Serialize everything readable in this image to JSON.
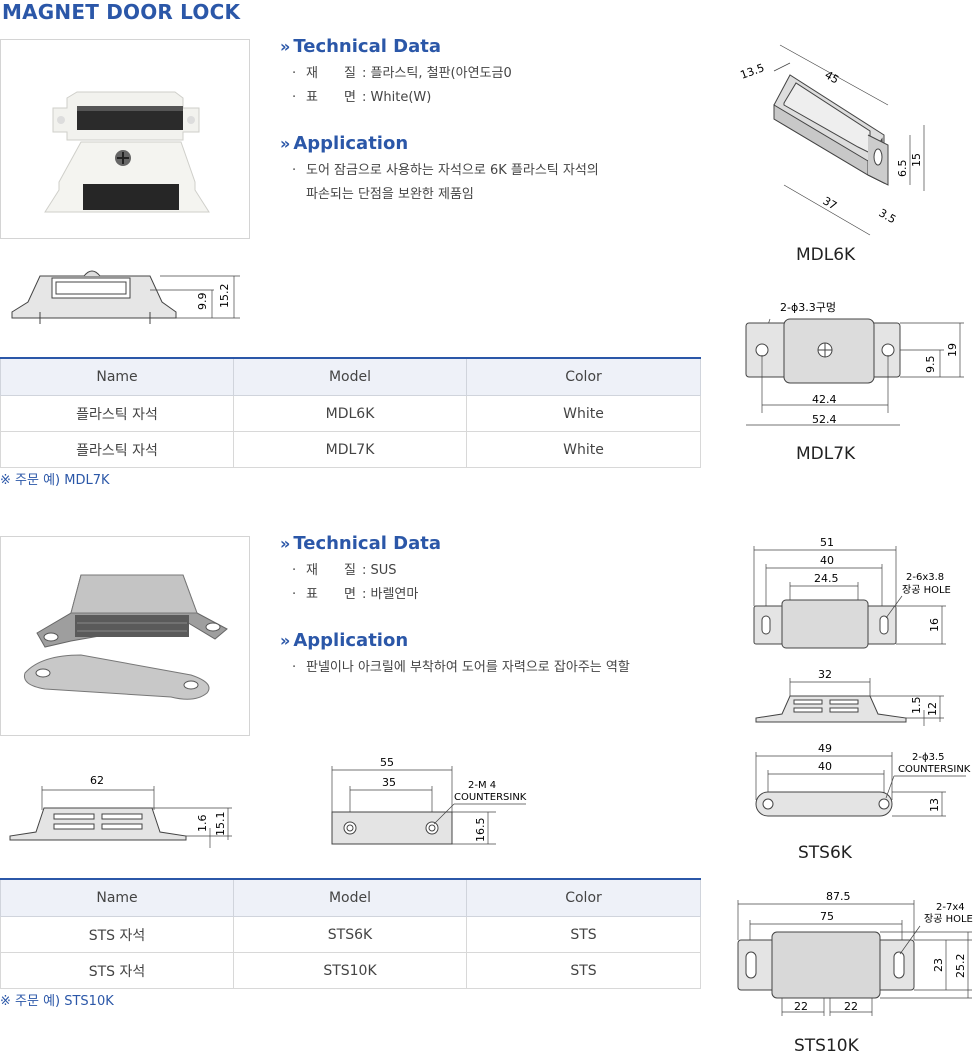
{
  "page_title": "MAGNET DOOR LOCK",
  "section1": {
    "tech_heading": "Technical Data",
    "tech_items": [
      {
        "label": "재　　질",
        "value": ": 플라스틱, 철판(아연도금0"
      },
      {
        "label": "표　　면",
        "value": ": White(W)"
      }
    ],
    "app_heading": "Application",
    "app_lines": [
      "도어 잠금으로 사용하는 자석으로 6K 플라스틱 자석의",
      "파손되는 단점을 보완한 제품임"
    ],
    "dims_front": {
      "d1": "9.9",
      "d2": "15.2"
    },
    "table": {
      "headers": [
        "Name",
        "Model",
        "Color"
      ],
      "rows": [
        [
          "플라스틱 자석",
          "MDL6K",
          "White"
        ],
        [
          "플라스틱 자석",
          "MDL7K",
          "White"
        ]
      ]
    },
    "note": "※ 주문 예) MDL7K",
    "mdl6k": {
      "d45": "45",
      "d13_5": "13.5",
      "d37": "37",
      "d3_5": "3.5",
      "d6_5": "6.5",
      "d15": "15",
      "label": "MDL6K"
    },
    "mdl7k": {
      "hole": "2-ϕ3.3구멍",
      "d42_4": "42.4",
      "d52_4": "52.4",
      "d9_5": "9.5",
      "d19": "19",
      "label": "MDL7K"
    }
  },
  "section2": {
    "tech_heading": "Technical Data",
    "tech_items": [
      {
        "label": "재　　질",
        "value": ": SUS"
      },
      {
        "label": "표　　면",
        "value": ": 바렐연마"
      }
    ],
    "app_heading": "Application",
    "app_lines": [
      "판넬이나 아크릴에 부착하여 도어를 자력으로 잡아주는 역할"
    ],
    "dims_side": {
      "d62": "62",
      "d1_6": "1.6",
      "d15_1": "15.1"
    },
    "dims_plate": {
      "d55": "55",
      "d35": "35",
      "cs1": "2-M 4",
      "cs2": "COUNTERSINK",
      "d16_5": "16.5"
    },
    "table": {
      "headers": [
        "Name",
        "Model",
        "Color"
      ],
      "rows": [
        [
          "STS 자석",
          "STS6K",
          "STS"
        ],
        [
          "STS 자석",
          "STS10K",
          "STS"
        ]
      ]
    },
    "note": "※ 주문 예) STS10K",
    "sts6k": {
      "d51": "51",
      "d40": "40",
      "d24_5": "24.5",
      "hole1": "2-6x3.8",
      "hole2": "장공 HOLE",
      "d16": "16",
      "d32": "32",
      "d1_5": "1.5",
      "d12": "12",
      "d49": "49",
      "d40b": "40",
      "cs1": "2-ϕ3.5",
      "cs2": "COUNTERSINK",
      "d13": "13",
      "label": "STS6K"
    },
    "sts10k": {
      "d87_5": "87.5",
      "d75": "75",
      "hole1": "2-7x4",
      "hole2": "장공 HOLE",
      "d23": "23",
      "d25_2": "25.2",
      "d22a": "22",
      "d22b": "22",
      "label": "STS10K"
    }
  }
}
